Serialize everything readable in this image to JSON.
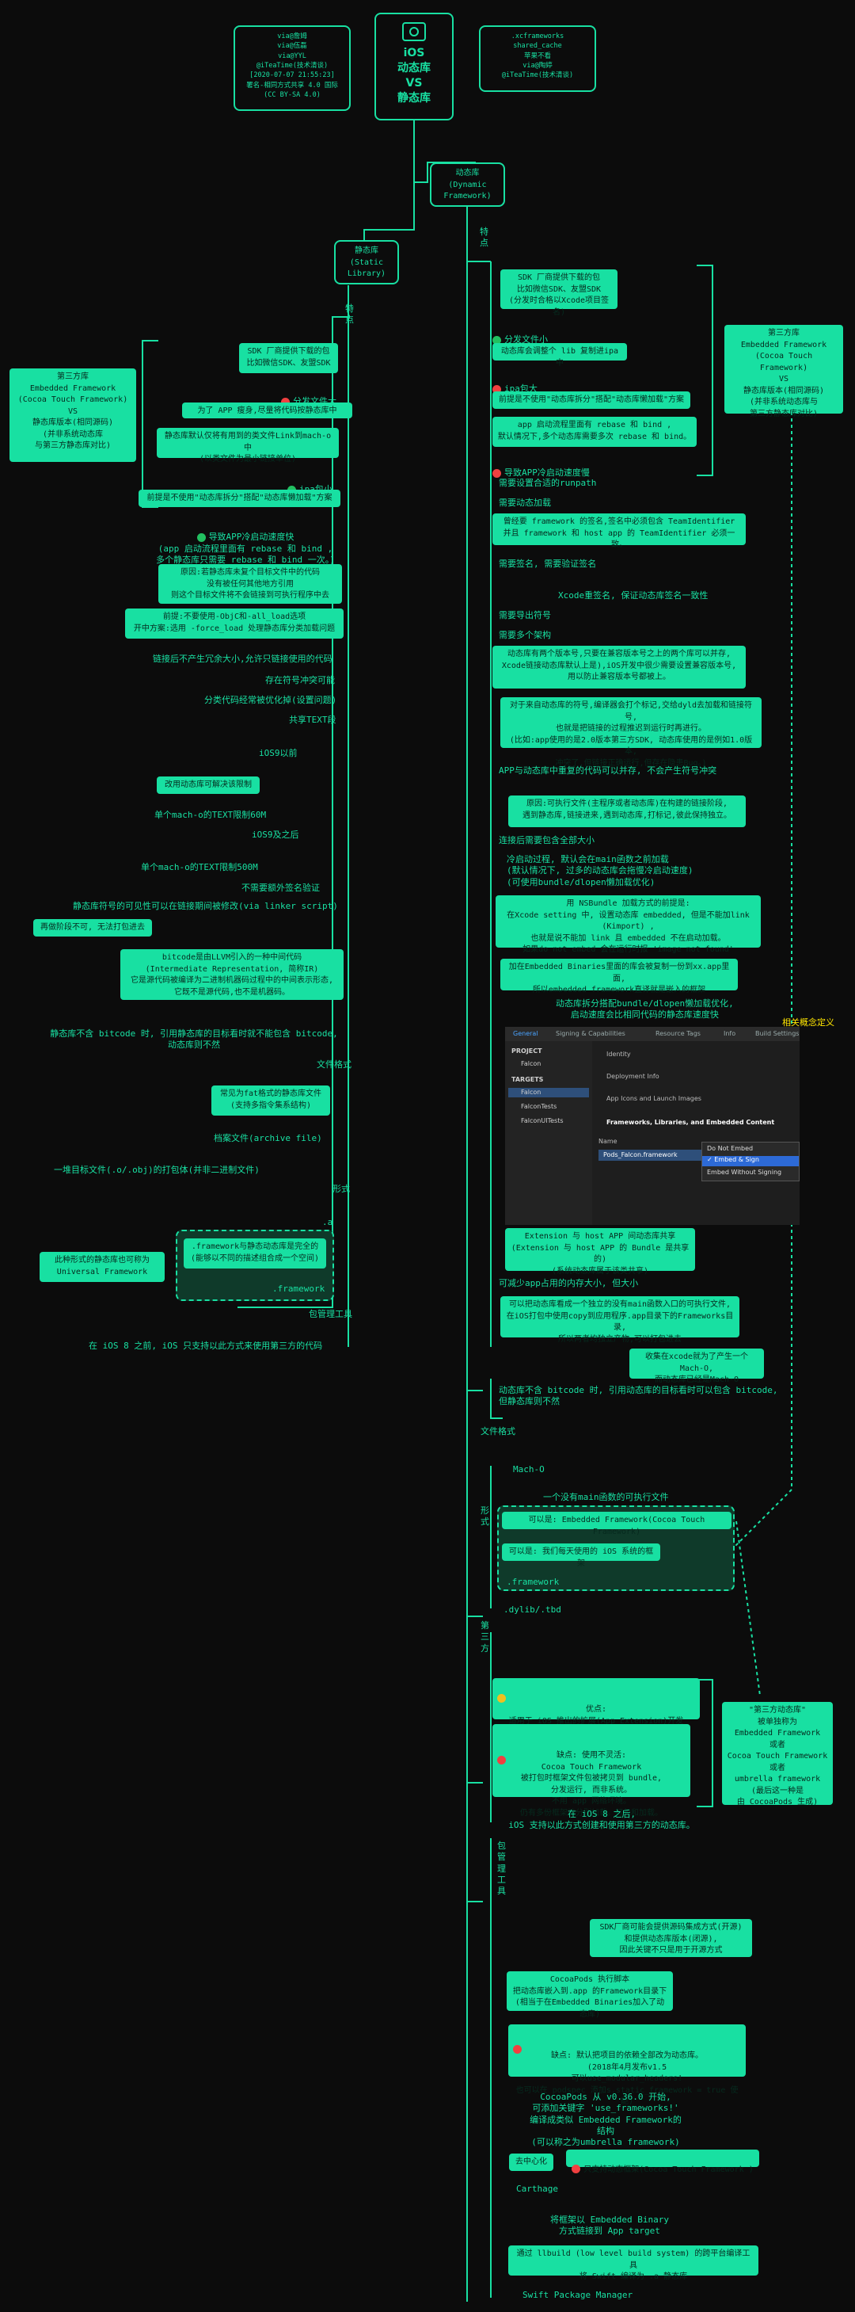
{
  "title": {
    "line1": "iOS",
    "line2": "动态库",
    "line3": "VS",
    "line4": "静态库"
  },
  "meta_left": "via@詹姆\nvia@伍磊\nvia@YYL\n@iTeaTime(技术清谈)\n[2020-07-07 21:55:23]\n署名-相同方式共享 4.0 国际\n(CC BY-SA 4.0)",
  "meta_right": ".xcframeworks\nshared_cache\n苹果不看\nvia@陶婷\n@iTeaTime(技术清谈)",
  "dynamic_root": "动态库\n(Dynamic\nFramework)",
  "static_root": "静态库\n(Static\nLibrary)",
  "static": {
    "features_label": "特\n点",
    "third_party_note": "第三方库\nEmbedded Framework\n(Cocoa Touch Framework)\nVS\n静态库版本(相同源码)\n(并非系统动态库\n与第三方静态库对比)",
    "sdk_note": "SDK 厂商提供下载的包\n比如微信SDK、友盟SDK",
    "split_size": "分发文件大",
    "explain_big": "为了 APP 瘦身,尽量将代码按静态库中",
    "link_note": "静态库默认仅将有用到的类文件Link到mach-o中\n(以类文件为最小链接单位)",
    "ipa_small": "ipa包小",
    "premise": "前提是不使用\"动态库拆分\"搭配\"动态库懒加载\"方案",
    "startup": "导致APP冷启动速度快\n(app 启动流程里面有 rebase 和 bind ,\n多个静态库只需要 rebase 和 bind 一次。)",
    "reason": "原因:若静态库未复个目标文件中的代码\n没有被任何其他地方引用\n则这个目标文件将不会链接到可执行程序中去",
    "solution": "前提:不要使用-ObjC和-all_load选项\n开中方案:选用 -force_load 处理静态库分类加载问题",
    "duplicate_risk": "链接后不产生冗余大小,允许只链接使用的代码",
    "symbol_conflict": "存在符号冲突可能",
    "category_opt": "分类代码经常被优化掉(设置问题)",
    "text_seg": "共享TEXT段",
    "before_ios9": "iOS9以前",
    "before_note": "改用动态库可解决该限制",
    "mach_limit": "单个mach-o的TEXT限制60M",
    "ios9_after": "iOS9及之后",
    "ios9_limit": "单个mach-o的TEXT限制500M",
    "no_extra": "不需要额外签名验证",
    "symbol_fix": "静态库符号的可见性可以在链接期间被修改(via linker script)",
    "llvm_note": "bitcode是由LLVM引入的一种中间代码\n(Intermediate Representation, 简称IR)\n它是源代码被编译为二进制机器码过程中的中间表示形态,\n它既不是源代码,也不是机器码。",
    "bitcode_stage": "再做阶段不可, 无法打包进去",
    "bitcode_warn": "静态库不含 bitcode 时, 引用静态库的目标看时就不能包含 bitcode,\n动态库则不然",
    "file_format_label": "文件格式",
    "fat_format": "常见为fat格式的静态库文件\n(支持多指令集系结构)",
    "archive_file": "档案文件(archive file)",
    "obj_collection": "一堆目标文件(.o/.obj)的打包体(并非二进制文件)",
    "form_label": "形式",
    "a_label": ".a",
    "framework_note": ".framework与静态动态库是完全的\n(能够以不同的描述组合成一个空间)",
    "framework_label": ".framework",
    "universal_note": "此种形式的静态库也可称为\nUniversal Framework",
    "pkg_tool": "包管理工具",
    "ios8_note": "在 iOS 8 之前, iOS 只支持以此方式来使用第三方的代码"
  },
  "dynamic": {
    "features_label": "特\n点",
    "sdk_note": "SDK 厂商提供下载的包\n比如微信SDK、友盟SDK\n(分发时合格以Xcode项目签名)",
    "split_small": "分发文件小",
    "dyld_note": "动态库会调整个 lib 复制进ipa中",
    "ipa_big": "ipa包大",
    "premise": "前提是不使用\"动态库拆分\"搭配\"动态库懒加载\"方案",
    "rebase_note": "app 启动流程里面有 rebase 和 bind ,\n默认情况下,多个动态库需要多次 rebase 和 bind。",
    "slow_start": "导致APP冷启动速度慢",
    "runpath": "需要设置合适的runpath",
    "load_dynamic": "需要动态加载",
    "sign_note": "曾经要 framework 的签名,签名中必须包含 TeamIdentifier\n并且 framework 和 host app 的 TeamIdentifier 必须一致。",
    "sign_label": "需要签名, 需要验证签名",
    "xcode_sign": "Xcode重签名, 保证动态库签名一致性",
    "export_symbol": "需要导出符号",
    "duplicate_arch": "需要多个架构",
    "multi_version": "动态库有两个版本号,只要在兼容版本号之上的两个库可以并存,\nXcode链接动态库默认上是),iOS开发中很少需要设置兼容版本号,\n用以防止兼容版本号都被上。",
    "third_merge": "对于来自动态库的符号,编译器会打个标记,交给dyld去加载和链接符号,\n也就是把链接的过程推迟到运行时再进行。\n(比如:app使用的是2.0版本第三方SDK, 动态库使用的是例如1.0版本,\n冲突了,但链接正确运行,但存在隐患Bug。)",
    "no_conflict": "APP与动态库中重复的代码可以并存, 不会产生符号冲突",
    "shared_mem": "原因:可执行文件(主程序或者动态库)在构建的链接阶段,\n遇到静态库,链接进来,遇到动态库,打标记,彼此保持独立。",
    "delay_load": "连接后需要包含全部大小",
    "cold_start": "冷启动过程, 默认会在main函数之前加载\n(默认情况下, 过多的动态库会拖慢冷启动速度)\n(可使用bundle/dlopen懒加载优化)",
    "nsbundle": "用 NSBundle 加载方式的前提是:\n在Xcode setting 中, 设置动态库 embedded, 但是不能加link (Kimport) ,\n也就是说不能加 link 且 embedded 不在启动加载。\n如果do not embed 会在运行时报 'image not found'",
    "embedded_binaries": "加在Embedded Binaries里面的库会被复制一份到xx.app里面,\n所以embedded framework直译就是嵌入的框架",
    "split_opt": "动态库拆分搭配bundle/dlopen懒加载优化,\n启动速度会比相同代码的静态库速度快",
    "concept_def": "相关概念定义",
    "extension_note": "Extension 与 host APP 间动态库共享\n(Extension 与 host APP 的 Bundle 是共享的)\n(系统动态库属于该类共享)",
    "memory_save": "可减少app占用的内存大小, 但大小",
    "single_bundle": "可以把动态库看成一个独立的没有main函数入口的可执行文件,\n在iOS打包中使用copy到应用程序.app目录下的Frameworks目录,\n所以两者均独立产物,可以打包进去",
    "mach_o_note": "收集在xcode就为了产生一个Mach-O,\n而动态库已经是Mach-O",
    "bitcode_note": "动态库不含 bitcode 时, 引用动态库的目标看时可以包含 bitcode,\n但静态库则不然",
    "file_format_label": "文件格式",
    "mach_o": "Mach-O",
    "no_main": "一个没有main函数的可执行文件",
    "form_label": "形\n式",
    "embedded_fw": "可以是: Embedded Framework(Cocoa Touch Framework)",
    "system_fw": "可以是: 我们每天使用的 iOS 系统的框架",
    "framework_label": ".framework",
    "dylib_tbd": ".dylib/.tbd",
    "third_label": "第\n三\n方",
    "advantage": "优点:\n适用于 iOS 推出的扩展(App Extension)开发\nSwift 第三方库通常为动态库",
    "disadvantage": "缺点: 使用不灵活:\nCocoa Touch Framework\n被打包时框架文件包被拷贝到 bundle,\n分发运行, 而非系统。\n不用 app 网络环境。\n仍有多份框架被分别加载。打包和加载。",
    "ios8_after": "在 iOS 8 之后,\niOS 支持以此方式创建和使用第三方的动态库。",
    "pkg_label": "包\n管\n理\n工\n具",
    "sdk_vendor": "SDK厂商可能会提供源码集成方式(开源)\n和提供动态库版本(闭源),\n因此关键不只是用于开源方式",
    "cocoapods_exec": "CocoaPods 执行脚本\n把动态库嵌入到.app 的Framework目录下\n(相当于在Embedded Binaries加入了动态库)",
    "cocoapods_warn": "缺点: 默认把项目的依赖全部改为动态库。\n(2018年4月发布v1.5\n可以use_modular_headers!\n也可以在 podspec 添加s.static_framework = true 使能)",
    "cocoapods_ver": "CocoaPods 从 v0.36.0 开始,\n可添加关键字 'use_frameworks!'\n编译成类似 Embedded Framework的结构\n(可以称之为umbrella framework)",
    "decentral": "去中心化",
    "carthage_only": "只支持动态框架(Cocoa Touch Framework )",
    "carthage": "Carthage",
    "carthage_build": "将框架以 Embedded Binary\n方式链接到 App target",
    "spm_note": "通过 llbuild (low level build system) 的跨平台编译工具\n将 Swift 编译为 .a 静态库",
    "spm": "Swift Package Manager",
    "third_party_note": "第三方库\nEmbedded Framework\n(Cocoa Touch Framework)\nVS\n静态库版本(相同源码)\n(并非系统动态库与\n第三方静态库对比)",
    "umbrella_note": "\"第三方动态库\"\n被单独称为\nEmbedded Framework\n或者\nCocoa Touch Framework\n或者\numbrella framework\n(最后这一种是\n由 CocoaPods 生成)"
  },
  "xcode": {
    "tabs": [
      "General",
      "Signing & Capabilities",
      "Resource Tags",
      "Info",
      "Build Settings"
    ],
    "project": "PROJECT",
    "project_item": "Falcon",
    "targets": "TARGETS",
    "target_items": [
      "Falcon",
      "FalconTests",
      "FalconUITests"
    ],
    "sections": [
      "Identity",
      "Deployment Info",
      "App Icons and Launch Images",
      "Frameworks, Libraries, and Embedded Content"
    ],
    "col_name": "Name",
    "lib_row": "Pods_Falcon.framework",
    "menu": [
      "Do Not Embed",
      "✓ Embed & Sign",
      "Embed Without Signing"
    ]
  }
}
